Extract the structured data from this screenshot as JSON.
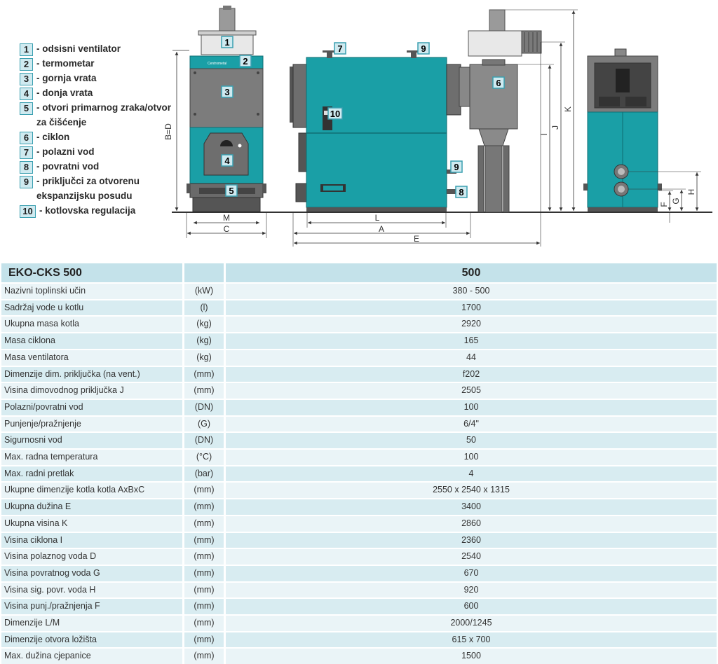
{
  "legend": [
    {
      "num": "1",
      "text": "- odsisni ventilator"
    },
    {
      "num": "2",
      "text": "- termometar"
    },
    {
      "num": "3",
      "text": "- gornja vrata"
    },
    {
      "num": "4",
      "text": "- donja vrata"
    },
    {
      "num": "5",
      "text": "- otvori primarnog zraka/otvor za čišćenje"
    },
    {
      "num": "6",
      "text": "- ciklon"
    },
    {
      "num": "7",
      "text": "- polazni vod"
    },
    {
      "num": "8",
      "text": "- povratni vod"
    },
    {
      "num": "9",
      "text": "- priključci za otvorenu ekspanzijsku posudu"
    },
    {
      "num": "10",
      "text": "- kotlovska regulacija"
    }
  ],
  "drawing": {
    "callouts": [
      "1",
      "2",
      "3",
      "4",
      "5",
      "6",
      "7",
      "8",
      "9",
      "10"
    ],
    "dimensions": {
      "bd": "B=D",
      "m": "M",
      "c": "C",
      "l": "L",
      "a": "A",
      "e": "E",
      "i": "I",
      "j": "J",
      "k": "K",
      "h": "H",
      "g": "G",
      "f": "F"
    },
    "brand_text": "Centrometal",
    "colors": {
      "teal": "#1a9fa6",
      "grey": "#7c7c7c",
      "dark": "#5a5a5a",
      "callout_fill": "#cfeaf0",
      "callout_border": "#3a9fb0"
    }
  },
  "table": {
    "model": "EKO-CKS 500",
    "unit_header": "",
    "value_header": "500",
    "rows": [
      {
        "label": "Nazivni toplinski učin",
        "unit": "(kW)",
        "value": "380 - 500"
      },
      {
        "label": "Sadržaj vode u kotlu",
        "unit": "(l)",
        "value": "1700"
      },
      {
        "label": "Ukupna masa kotla",
        "unit": "(kg)",
        "value": "2920"
      },
      {
        "label": "Masa ciklona",
        "unit": "(kg)",
        "value": "165"
      },
      {
        "label": "Masa ventilatora",
        "unit": "(kg)",
        "value": "44"
      },
      {
        "label": "Dimenzije dim. priključka (na vent.)",
        "unit": "(mm)",
        "value": "f202"
      },
      {
        "label": "Visina dimovodnog priključka  J",
        "unit": "(mm)",
        "value": "2505"
      },
      {
        "label": "Polazni/povratni vod",
        "unit": "(DN)",
        "value": "100"
      },
      {
        "label": "Punjenje/pražnjenje",
        "unit": "(G)",
        "value": "6/4\""
      },
      {
        "label": "Sigurnosni vod",
        "unit": "(DN)",
        "value": "50"
      },
      {
        "label": "Max. radna temperatura",
        "unit": "(°C)",
        "value": "100"
      },
      {
        "label": "Max. radni pretlak",
        "unit": "(bar)",
        "value": "4"
      },
      {
        "label": "Ukupne dimenzije kotla kotla  AxBxC",
        "unit": "(mm)",
        "value": "2550 x 2540 x 1315"
      },
      {
        "label": "Ukupna dužina E",
        "unit": "(mm)",
        "value": "3400"
      },
      {
        "label": "Ukupna visina K",
        "unit": "(mm)",
        "value": "2860"
      },
      {
        "label": "Visina ciklona I",
        "unit": "(mm)",
        "value": "2360"
      },
      {
        "label": "Visina polaznog voda  D",
        "unit": "(mm)",
        "value": "2540"
      },
      {
        "label": "Visina povratnog voda  G",
        "unit": "(mm)",
        "value": "670"
      },
      {
        "label": "Visina sig. povr. voda  H",
        "unit": "(mm)",
        "value": "920"
      },
      {
        "label": "Visina punj./pražnjenja  F",
        "unit": "(mm)",
        "value": "600"
      },
      {
        "label": "Dimenzije  L/M",
        "unit": "(mm)",
        "value": "2000/1245"
      },
      {
        "label": "Dimenzije otvora ložišta",
        "unit": "(mm)",
        "value": "615 x 700"
      },
      {
        "label": "Max. dužina cjepanice",
        "unit": "(mm)",
        "value": "1500"
      }
    ]
  }
}
